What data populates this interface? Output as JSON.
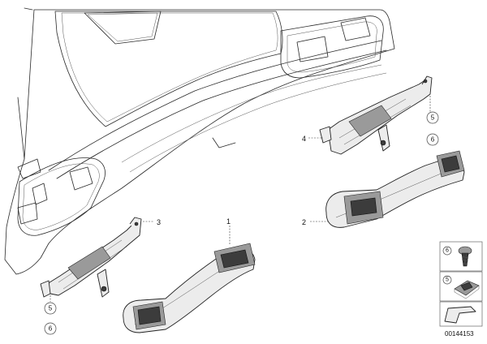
{
  "labels": {
    "p1": "1",
    "p2": "2",
    "p3": "3",
    "p4": "4"
  },
  "callouts": {
    "left_upper": "5",
    "left_lower": "6",
    "right_upper": "5",
    "right_lower": "6"
  },
  "legend": {
    "item_top": "6",
    "item_mid": "5"
  },
  "doc_number": "00144153"
}
